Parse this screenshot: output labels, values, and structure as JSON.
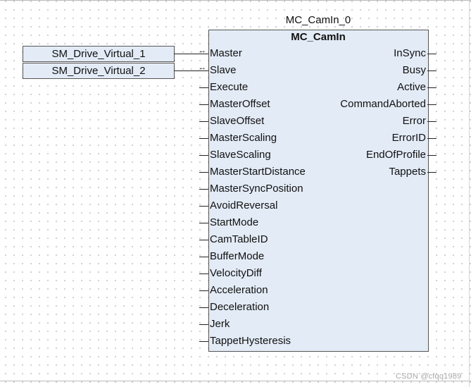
{
  "block": {
    "instance_name": "MC_CamIn_0",
    "type_name": "MC_CamIn",
    "inout_icon": "↔",
    "inputs": [
      "Master",
      "Slave",
      "Execute",
      "MasterOffset",
      "SlaveOffset",
      "MasterScaling",
      "SlaveScaling",
      "MasterStartDistance",
      "MasterSyncPosition",
      "AvoidReversal",
      "StartMode",
      "CamTableID",
      "BufferMode",
      "VelocityDiff",
      "Acceleration",
      "Deceleration",
      "Jerk",
      "TappetHysteresis"
    ],
    "outputs": [
      "InSync",
      "Busy",
      "Active",
      "CommandAborted",
      "Error",
      "ErrorID",
      "EndOfProfile",
      "Tappets"
    ]
  },
  "variables": {
    "master": "SM_Drive_Virtual_1",
    "slave": "SM_Drive_Virtual_2"
  },
  "watermark": "CSDN @cfqq1989"
}
